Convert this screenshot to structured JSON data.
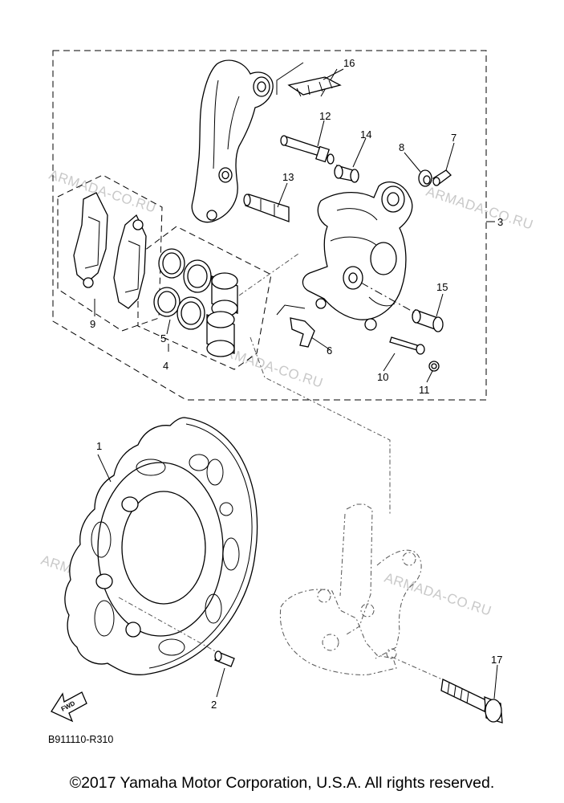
{
  "diagram": {
    "callouts": {
      "c1": "1",
      "c2": "2",
      "c3": "3",
      "c4": "4",
      "c5": "5",
      "c6": "6",
      "c7": "7",
      "c8": "8",
      "c9": "9",
      "c10": "10",
      "c11": "11",
      "c12": "12",
      "c13": "13",
      "c14": "14",
      "c15": "15",
      "c16": "16",
      "c17": "17"
    },
    "watermark": "ARMADA-CO.RU",
    "diagram_code": "B911110-R310",
    "fwd_label": "FWD"
  },
  "footer": {
    "copyright": "©2017 Yamaha Motor Corporation, U.S.A. All rights reserved."
  }
}
